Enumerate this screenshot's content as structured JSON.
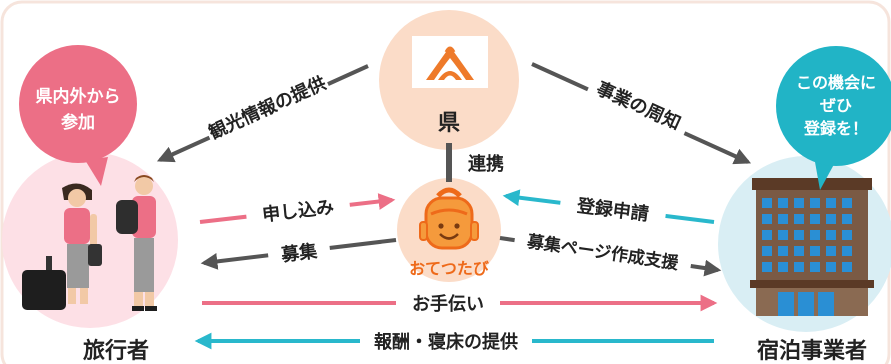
{
  "nodes": {
    "prefecture": {
      "label": "県",
      "icon": "prefecture-emblem-icon"
    },
    "otetsutabi": {
      "label": "おてつたび",
      "icon": "backpack-icon"
    },
    "traveler": {
      "label": "旅行者",
      "icon": "travelers-icon"
    },
    "lodging": {
      "label": "宿泊事業者",
      "icon": "hotel-building-icon"
    }
  },
  "bubbles": {
    "traveler_bubble": {
      "line1": "県内外から",
      "line2": "参加"
    },
    "lodging_bubble": {
      "line1": "この機会に",
      "line2": "ぜひ",
      "line3": "登録を！"
    }
  },
  "arrows": {
    "tourism_info": "観光情報の提供",
    "business_announce": "事業の周知",
    "cooperation": "連携",
    "application": "申し込み",
    "recruitment": "募集",
    "registration_request": "登録申請",
    "recruit_page_support": "募集ページ作成支援",
    "help": "お手伝い",
    "reward": "報酬・寝床の提供"
  },
  "colors": {
    "pink": "#ec6f86",
    "cyan": "#29b8cc",
    "dark": "#555555",
    "circle_peach": "#fbdcc8",
    "circle_pink": "#fde0e6",
    "circle_blue": "#d9eef4",
    "bubble_pink": "#ec6f86",
    "bubble_cyan": "#21b4c6",
    "orange": "#ee6a1a"
  }
}
